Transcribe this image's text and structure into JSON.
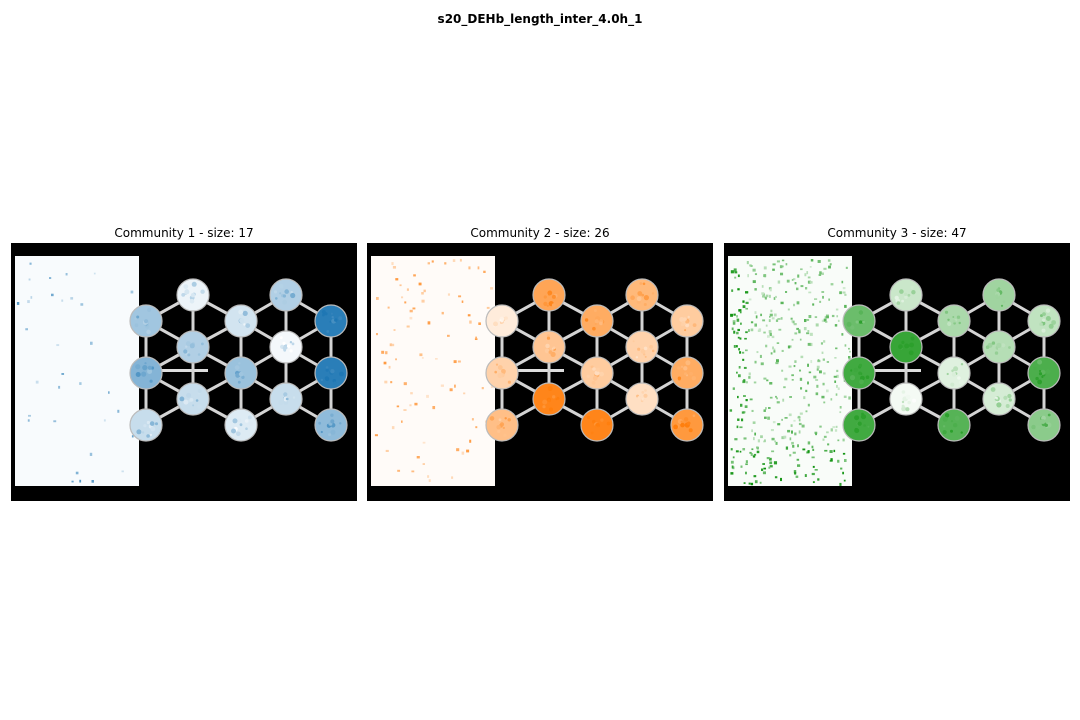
{
  "figure": {
    "title": "s20_DEHb_length_inter_4.0h_1"
  },
  "chart_data": [
    {
      "type": "heatmap",
      "title": "Community 1 - size: 17",
      "community": 1,
      "size": 17,
      "color": "#1f77b4",
      "hex_intensity": [
        0.08,
        0.35,
        0.42,
        0.2,
        0.95,
        0.35,
        0.05,
        0.55,
        0.45,
        0.95,
        0.25,
        0.25,
        0.25,
        0.15,
        0.5
      ]
    },
    {
      "type": "heatmap",
      "title": "Community 2 - size: 26",
      "community": 2,
      "size": 26,
      "color": "#ff7f0e",
      "hex_intensity": [
        0.7,
        0.55,
        0.15,
        0.65,
        0.4,
        0.45,
        0.35,
        0.35,
        0.4,
        0.65,
        0.95,
        0.25,
        0.5,
        0.95,
        0.8
      ]
    },
    {
      "type": "heatmap",
      "title": "Community 3 - size: 47",
      "community": 3,
      "size": 47,
      "color": "#2ca02c",
      "hex_intensity": [
        0.25,
        0.45,
        0.7,
        0.4,
        0.3,
        0.95,
        0.35,
        0.9,
        0.15,
        0.85,
        0.05,
        0.2,
        0.9,
        0.8,
        0.55
      ]
    }
  ]
}
